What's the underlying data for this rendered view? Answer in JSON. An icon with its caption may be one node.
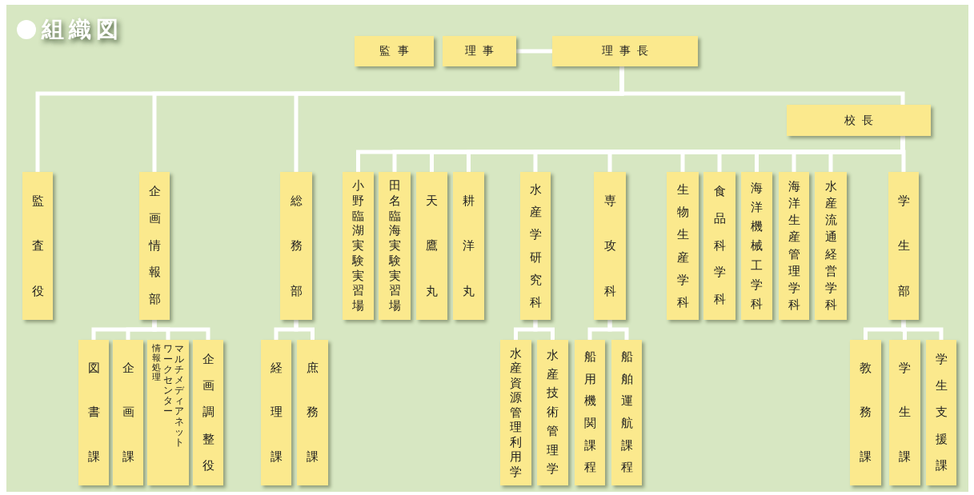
{
  "diagram": {
    "title": "組織図",
    "nodes": [
      {
        "text": [
          "監事"
        ]
      },
      {
        "text": [
          "理事"
        ]
      },
      {
        "text": [
          "理事長"
        ]
      },
      {
        "text": [
          "監査役"
        ]
      },
      {
        "text": [
          "企画情報部"
        ]
      },
      {
        "text": [
          "総務部"
        ]
      },
      {
        "text": [
          "校長"
        ]
      },
      {
        "text": [
          "小野臨湖実験実習場"
        ]
      },
      {
        "text": [
          "田名臨海実験実習場"
        ]
      },
      {
        "text": [
          "天鷹丸"
        ]
      },
      {
        "text": [
          "耕洋丸"
        ]
      },
      {
        "text": [
          "水産学研究科"
        ]
      },
      {
        "text": [
          "専攻科"
        ]
      },
      {
        "text": [
          "生物生産学科"
        ]
      },
      {
        "text": [
          "食品科学科"
        ]
      },
      {
        "text": [
          "海洋機械工学科"
        ]
      },
      {
        "text": [
          "海洋生産管理学科"
        ]
      },
      {
        "text": [
          "水産流通経営学科"
        ]
      },
      {
        "text": [
          "学生部"
        ]
      },
      {
        "text": [
          "図書課"
        ]
      },
      {
        "text": [
          "企画課"
        ]
      },
      {
        "text": [
          "情報処理",
          "マルチメディアネットワークセンター"
        ]
      },
      {
        "text": [
          "企画調整役"
        ]
      },
      {
        "text": [
          "経理課"
        ]
      },
      {
        "text": [
          "庶務課"
        ]
      },
      {
        "text": [
          "水産資源管理利用学"
        ]
      },
      {
        "text": [
          "水産技術管理学"
        ]
      },
      {
        "text": [
          "船用機関課程"
        ]
      },
      {
        "text": [
          "船舶運航課程"
        ]
      },
      {
        "text": [
          "教務課"
        ]
      },
      {
        "text": [
          "学生課"
        ]
      },
      {
        "text": [
          "学生支援課"
        ]
      }
    ],
    "edges": [
      {
        "from": 1,
        "to": 2,
        "arrow": "none"
      },
      {
        "from": 2,
        "to": 3,
        "arrow": "none"
      },
      {
        "from": 2,
        "to": 4,
        "arrow": "none"
      },
      {
        "from": 2,
        "to": 5,
        "arrow": "none"
      },
      {
        "from": 2,
        "to": 6,
        "arrow": "none"
      },
      {
        "from": 6,
        "to": 7,
        "arrow": "none"
      },
      {
        "from": 6,
        "to": 8,
        "arrow": "none"
      },
      {
        "from": 6,
        "to": 9,
        "arrow": "none"
      },
      {
        "from": 6,
        "to": 10,
        "arrow": "none"
      },
      {
        "from": 6,
        "to": 11,
        "arrow": "none"
      },
      {
        "from": 6,
        "to": 12,
        "arrow": "none"
      },
      {
        "from": 6,
        "to": 13,
        "arrow": "none"
      },
      {
        "from": 6,
        "to": 14,
        "arrow": "none"
      },
      {
        "from": 6,
        "to": 15,
        "arrow": "none"
      },
      {
        "from": 6,
        "to": 16,
        "arrow": "none"
      },
      {
        "from": 6,
        "to": 17,
        "arrow": "none"
      },
      {
        "from": 6,
        "to": 18,
        "arrow": "none"
      },
      {
        "from": 4,
        "to": 19,
        "arrow": "none"
      },
      {
        "from": 4,
        "to": 20,
        "arrow": "none"
      },
      {
        "from": 4,
        "to": 21,
        "arrow": "none"
      },
      {
        "from": 4,
        "to": 22,
        "arrow": "none"
      },
      {
        "from": 5,
        "to": 23,
        "arrow": "none"
      },
      {
        "from": 5,
        "to": 24,
        "arrow": "none"
      },
      {
        "from": 11,
        "to": 25,
        "arrow": "none"
      },
      {
        "from": 11,
        "to": 26,
        "arrow": "none"
      },
      {
        "from": 12,
        "to": 27,
        "arrow": "none"
      },
      {
        "from": 12,
        "to": 28,
        "arrow": "none"
      },
      {
        "from": 18,
        "to": 29,
        "arrow": "none"
      },
      {
        "from": 18,
        "to": 30,
        "arrow": "none"
      },
      {
        "from": 18,
        "to": 31,
        "arrow": "none"
      }
    ]
  }
}
